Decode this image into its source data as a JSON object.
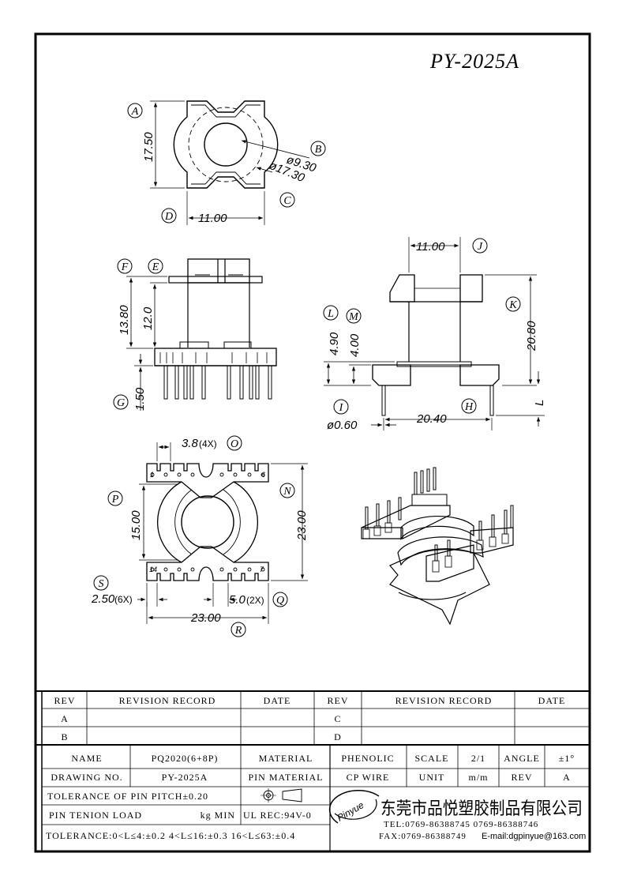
{
  "title": "PY-2025A",
  "top_view": {
    "label_a": "A",
    "dim_a": "17.50",
    "label_b": "B",
    "dim_b": "ø9.30",
    "label_c": "C",
    "dim_c": "ø17.30",
    "label_d": "D",
    "dim_d": "11.00"
  },
  "side_view": {
    "label_f": "F",
    "dim_f": "13.80",
    "label_e": "E",
    "dim_e": "12.0",
    "label_g": "G",
    "dim_g": "1.50"
  },
  "front_view": {
    "dim_j": "11.00",
    "label_j": "J",
    "label_k": "K",
    "dim_k": "20.80",
    "label_l": "L",
    "dim_l": "4.90",
    "label_m": "M",
    "dim_m": "4.00",
    "label_i": "I",
    "dim_i": "ø0.60",
    "label_h": "H",
    "dim_h": "20.40",
    "label_l2": "L"
  },
  "bottom_view": {
    "dim_o": "3.8",
    "dim_o_count": "(4X)",
    "label_o": "O",
    "pin_1": "1",
    "pin_6": "6",
    "pin_14": "14",
    "pin_7": "7",
    "label_p": "P",
    "dim_p": "15.00",
    "label_n": "N",
    "dim_n": "23.00",
    "label_s": "S",
    "dim_s": "2.50",
    "dim_s_count": "(6X)",
    "dim_q": "5.0",
    "dim_q_count": "(2X)",
    "label_q": "Q",
    "dim_r": "23.00",
    "label_r": "R"
  },
  "revision": {
    "headers": [
      "REV",
      "REVISION RECORD",
      "DATE",
      "REV",
      "REVISION RECORD",
      "DATE"
    ],
    "rows": [
      {
        "rev_left": "A",
        "rev_right": "C"
      },
      {
        "rev_left": "B",
        "rev_right": "D"
      }
    ]
  },
  "title_block": {
    "name_label": "NAME",
    "name_value": "PQ2020(6+8P)",
    "material_label": "MATERIAL",
    "material_value": "PHENOLIC",
    "scale_label": "SCALE",
    "scale_value": "2/1",
    "angle_label": "ANGLE",
    "angle_value": "±1°",
    "drawing_no_label": "DRAWING NO.",
    "drawing_no_value": "PY-2025A",
    "pin_material_label": "PIN MATERIAL",
    "pin_material_value": "CP WIRE",
    "unit_label": "UNIT",
    "unit_value": "m/m",
    "rev_label": "REV",
    "rev_value": "A",
    "tolerance_pitch": "TOLERANCE OF PIN PITCH±0.20",
    "pin_tension": "PIN TENION LOAD",
    "pin_tension_unit": "kg MIN",
    "ul": "UL REC:94V-0",
    "tolerance": "TOLERANCE:0<L≤4:±0.2  4<L≤16:±0.3  16<L≤63:±0.4",
    "company": "东莞市品悦塑胶制品有限公司",
    "logo_text": "Pinyue",
    "tel": "TEL:0769-86388745    0769-86388746",
    "fax": "FAX:0769-86388749",
    "email": "E-mail:dgpinyue@163.com"
  }
}
